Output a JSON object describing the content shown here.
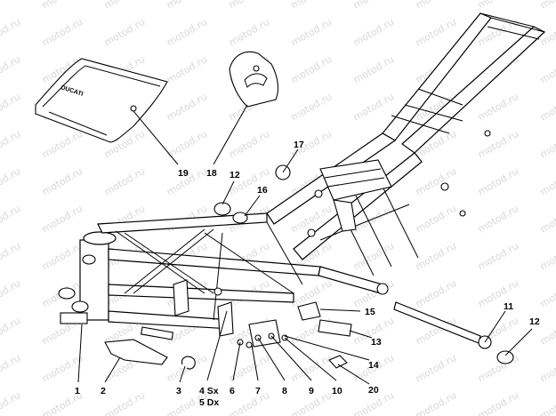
{
  "watermark": "motod.ru",
  "callouts": [
    {
      "id": "1",
      "text": "1"
    },
    {
      "id": "2",
      "text": "2"
    },
    {
      "id": "3",
      "text": "3"
    },
    {
      "id": "4sx",
      "text": "4 Sx"
    },
    {
      "id": "5dx",
      "text": "5 Dx"
    },
    {
      "id": "6",
      "text": "6"
    },
    {
      "id": "7",
      "text": "7"
    },
    {
      "id": "8",
      "text": "8"
    },
    {
      "id": "9",
      "text": "9"
    },
    {
      "id": "10",
      "text": "10"
    },
    {
      "id": "11",
      "text": "11"
    },
    {
      "id": "12a",
      "text": "12"
    },
    {
      "id": "12b",
      "text": "12"
    },
    {
      "id": "13",
      "text": "13"
    },
    {
      "id": "14",
      "text": "14"
    },
    {
      "id": "15",
      "text": "15"
    },
    {
      "id": "16",
      "text": "16"
    },
    {
      "id": "17",
      "text": "17"
    },
    {
      "id": "18",
      "text": "18"
    },
    {
      "id": "19",
      "text": "19"
    },
    {
      "id": "20",
      "text": "20"
    }
  ],
  "bag_logo": "DUCATI"
}
